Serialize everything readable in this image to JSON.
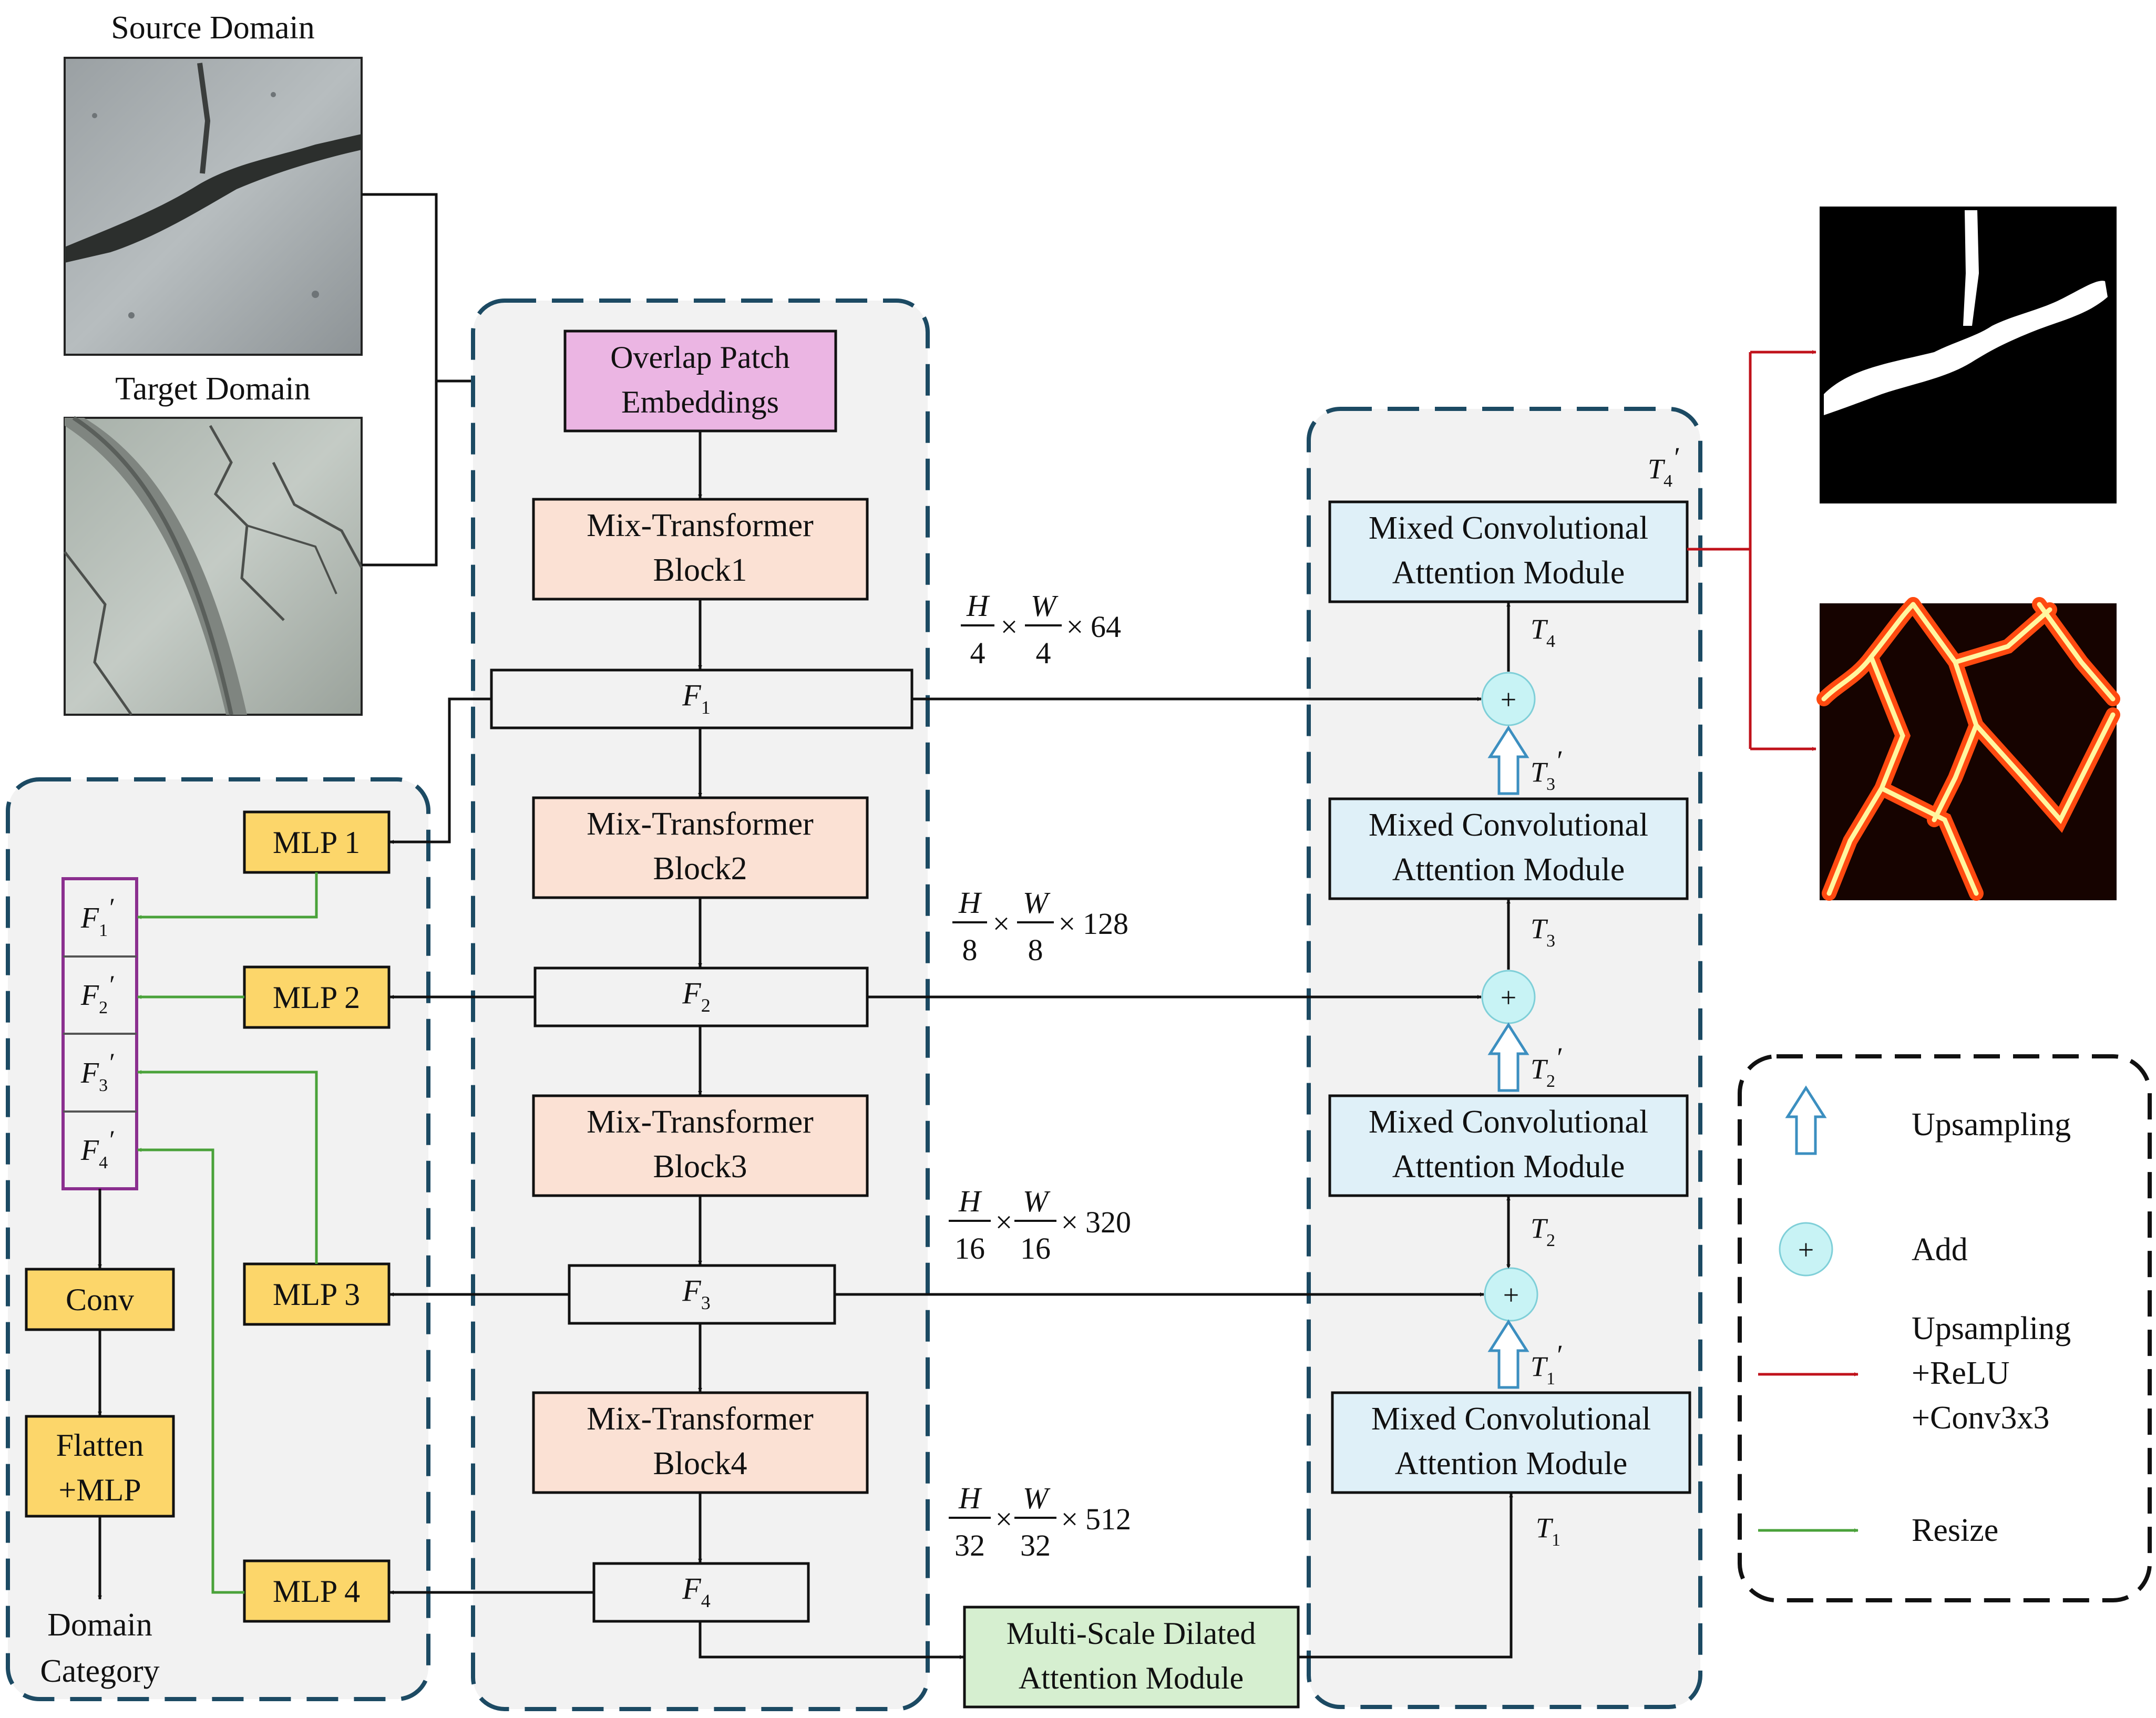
{
  "inputs": {
    "source_label": "Source Domain",
    "target_label": "Target Domain"
  },
  "encoder": {
    "patch_embed": [
      "Overlap Patch",
      "Embeddings"
    ],
    "blocks": [
      [
        "Mix-Transformer",
        "Block1"
      ],
      [
        "Mix-Transformer",
        "Block2"
      ],
      [
        "Mix-Transformer",
        "Block3"
      ],
      [
        "Mix-Transformer",
        "Block4"
      ]
    ],
    "features": [
      {
        "base": "F",
        "sub": "1"
      },
      {
        "base": "F",
        "sub": "2"
      },
      {
        "base": "F",
        "sub": "3"
      },
      {
        "base": "F",
        "sub": "4"
      }
    ],
    "scales": [
      {
        "num1": "H",
        "den1": "4",
        "num2": "W",
        "den2": "4",
        "ch": "64"
      },
      {
        "num1": "H",
        "den1": "8",
        "num2": "W",
        "den2": "8",
        "ch": "128"
      },
      {
        "num1": "H",
        "den1": "16",
        "num2": "W",
        "den2": "16",
        "ch": "320"
      },
      {
        "num1": "H",
        "den1": "32",
        "num2": "W",
        "den2": "32",
        "ch": "512"
      }
    ],
    "times": "×"
  },
  "discriminator": {
    "mlps": [
      "MLP 1",
      "MLP 2",
      "MLP 3",
      "MLP 4"
    ],
    "resized": [
      {
        "base": "F",
        "sub": "1",
        "prime": "′"
      },
      {
        "base": "F",
        "sub": "2",
        "prime": "′"
      },
      {
        "base": "F",
        "sub": "3",
        "prime": "′"
      },
      {
        "base": "F",
        "sub": "4",
        "prime": "′"
      }
    ],
    "conv": "Conv",
    "flatten": [
      "Flatten",
      "+MLP"
    ],
    "output": [
      "Domain",
      "Category"
    ]
  },
  "decoder": {
    "mcam": [
      "Mixed Convolutional",
      "Attention Module"
    ],
    "msdam": [
      "Multi-Scale Dilated",
      "Attention Module"
    ],
    "t_labels": [
      {
        "base": "T",
        "sub": "1",
        "prime": ""
      },
      {
        "base": "T",
        "sub": "1",
        "prime": "′"
      },
      {
        "base": "T",
        "sub": "2",
        "prime": ""
      },
      {
        "base": "T",
        "sub": "2",
        "prime": "′"
      },
      {
        "base": "T",
        "sub": "3",
        "prime": ""
      },
      {
        "base": "T",
        "sub": "3",
        "prime": "′"
      },
      {
        "base": "T",
        "sub": "4",
        "prime": ""
      },
      {
        "base": "T",
        "sub": "4",
        "prime": "′"
      }
    ],
    "plus": "+"
  },
  "legend": {
    "upsampling": "Upsampling",
    "add": "Add",
    "red_arrow": [
      "Upsampling",
      "+ReLU",
      "+Conv3x3"
    ],
    "resize": "Resize"
  },
  "colors": {
    "patch_embed": "#ebb5e3",
    "mit_block": "#fbe1d4",
    "mlp": "#fcd66a",
    "mcam": "#dff0f8",
    "msdam": "#d6efd0",
    "panel": "#f2f2f2",
    "panel_border": "#1c4a63",
    "add_circle": "#c8f3f5",
    "green_arrow": "#4aa23a",
    "red_arrow": "#c0121b",
    "purple_border": "#8b2f8f",
    "up_arrow": "#3c8fc0"
  }
}
